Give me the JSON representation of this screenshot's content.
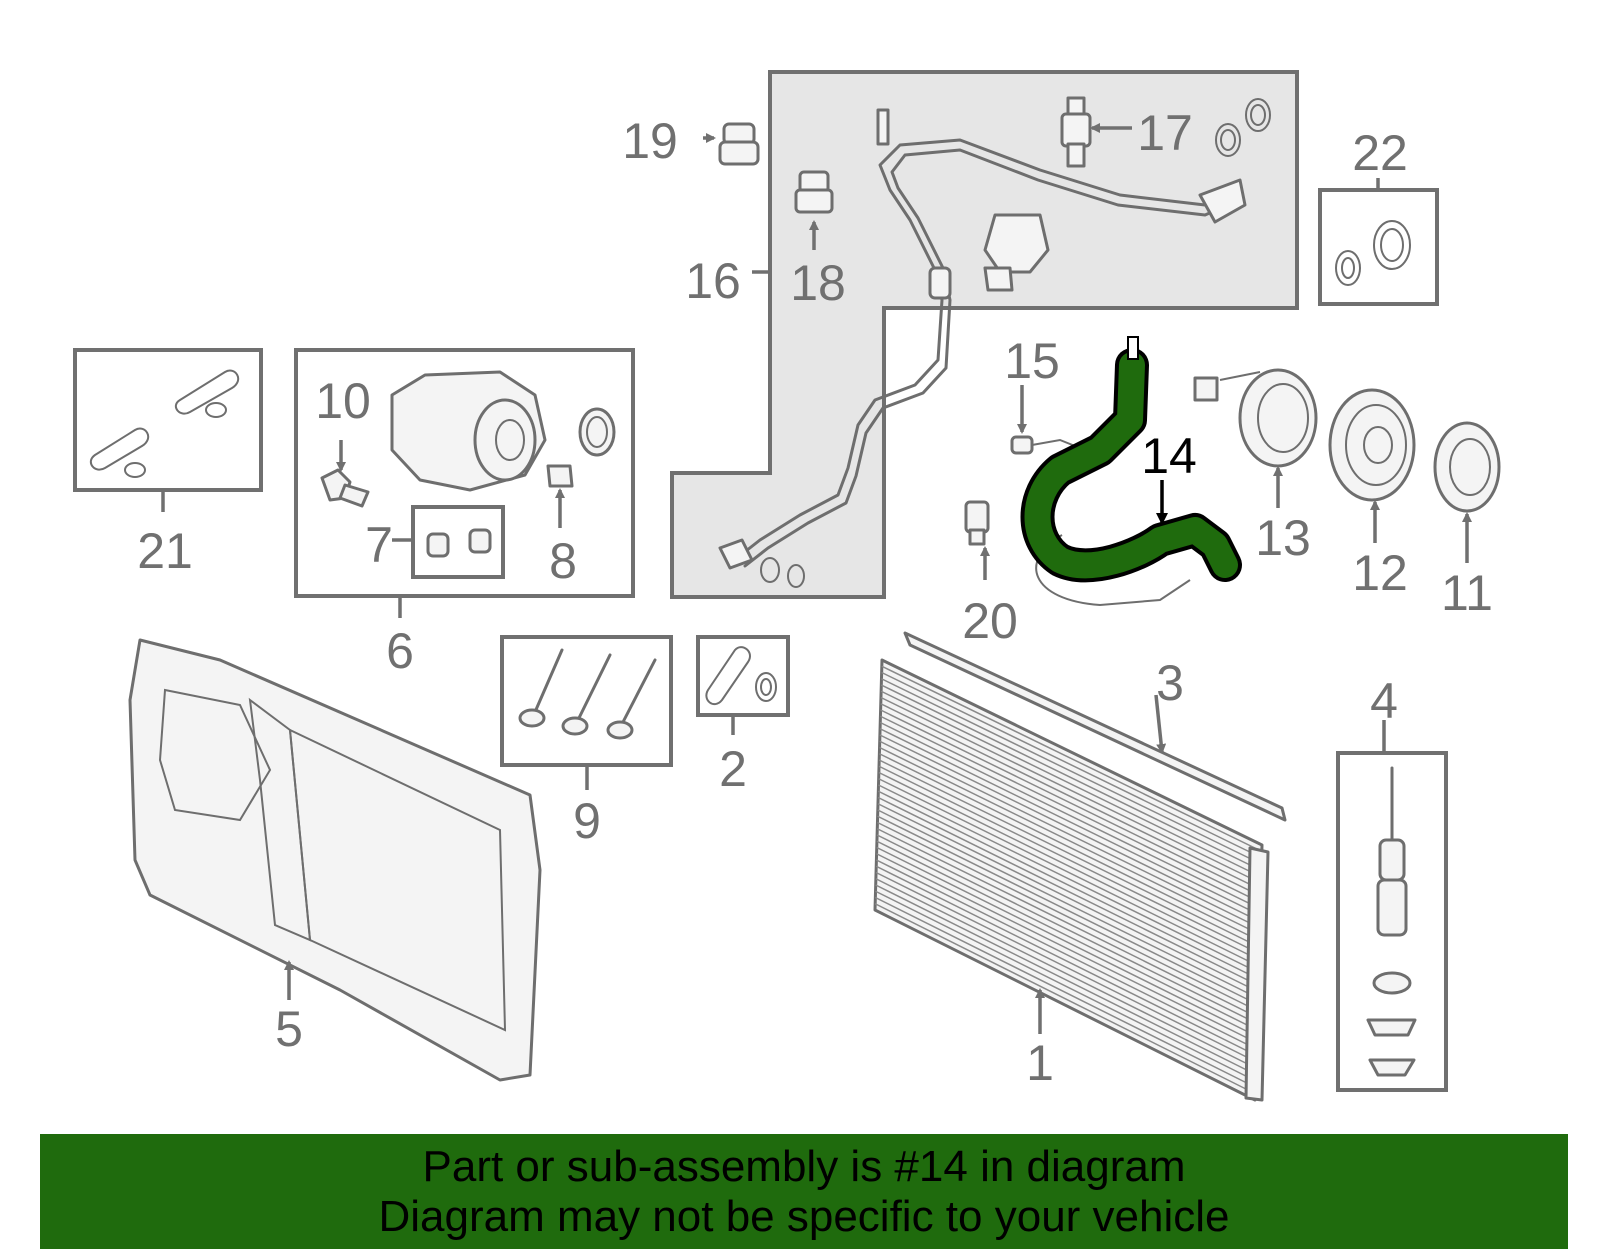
{
  "colors": {
    "highlight": "#1f6b0d",
    "banner": "#1f6b0d",
    "part_stroke": "#6e6e6e",
    "group_fill": "#e6e6e6"
  },
  "highlighted_part": "14",
  "callouts": {
    "p1": "1",
    "p2": "2",
    "p3": "3",
    "p4": "4",
    "p5": "5",
    "p6": "6",
    "p7": "7",
    "p8": "8",
    "p9": "9",
    "p10": "10",
    "p11": "11",
    "p12": "12",
    "p13": "13",
    "p14": "14",
    "p15": "15",
    "p16": "16",
    "p17": "17",
    "p18": "18",
    "p19": "19",
    "p20": "20",
    "p21": "21",
    "p22": "22"
  },
  "banner": {
    "line1": "Part or sub-assembly is #14 in diagram",
    "line2": "Diagram may not be specific to your vehicle"
  }
}
